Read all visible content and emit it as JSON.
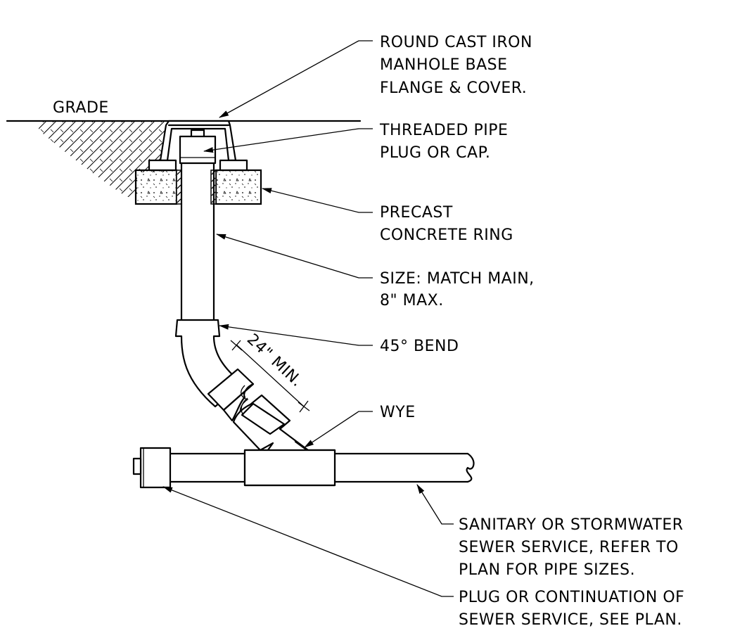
{
  "labels": {
    "grade": "GRADE",
    "manhole": [
      "ROUND CAST IRON",
      "MANHOLE BASE",
      "FLANGE & COVER."
    ],
    "plug": [
      "THREADED PIPE",
      "PLUG OR CAP."
    ],
    "ring": [
      "PRECAST",
      "CONCRETE RING"
    ],
    "size": [
      "SIZE: MATCH MAIN,",
      "8\" MAX."
    ],
    "bend": "45° BEND",
    "dimension": "24\" MIN.",
    "wye": "WYE",
    "service": [
      "SANITARY OR STORMWATER",
      "SEWER SERVICE, REFER TO",
      "PLAN FOR PIPE SIZES."
    ],
    "continuation": [
      "PLUG OR CONTINUATION OF",
      "SEWER SERVICE, SEE PLAN."
    ]
  }
}
